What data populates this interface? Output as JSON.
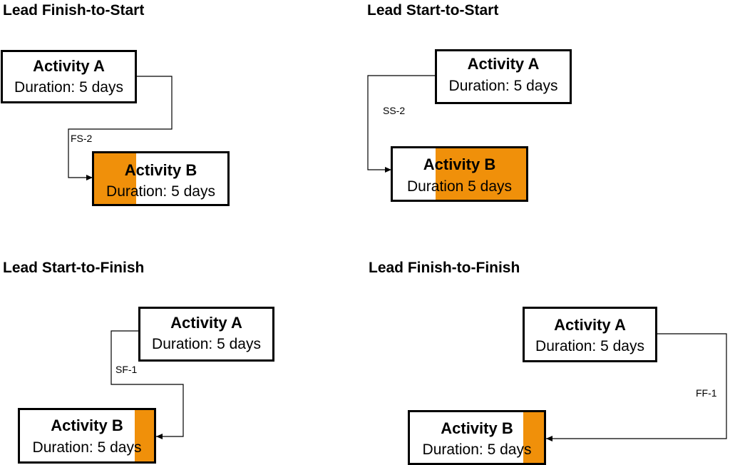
{
  "colors": {
    "highlight": "#F0900A",
    "border": "#000000",
    "line": "#000000"
  },
  "panels": {
    "fs": {
      "title": "Lead Finish-to-Start",
      "link_label": "FS-2",
      "a": {
        "name": "Activity A",
        "duration": "Duration: 5 days"
      },
      "b": {
        "name": "Activity B",
        "duration": "Duration: 5 days"
      }
    },
    "ss": {
      "title": "Lead Start-to-Start",
      "link_label": "SS-2",
      "a": {
        "name": "Activity A",
        "duration": "Duration: 5 days"
      },
      "b": {
        "name": "Activity B",
        "duration": "Duration 5 days"
      }
    },
    "sf": {
      "title": "Lead Start-to-Finish",
      "link_label": "SF-1",
      "a": {
        "name": "Activity A",
        "duration": "Duration: 5 days"
      },
      "b": {
        "name": "Activity B",
        "duration": "Duration: 5 days"
      }
    },
    "ff": {
      "title": "Lead Finish-to-Finish",
      "link_label": "FF-1",
      "a": {
        "name": "Activity A",
        "duration": "Duration: 5 days"
      },
      "b": {
        "name": "Activity B",
        "duration": "Duration: 5 days"
      }
    }
  }
}
